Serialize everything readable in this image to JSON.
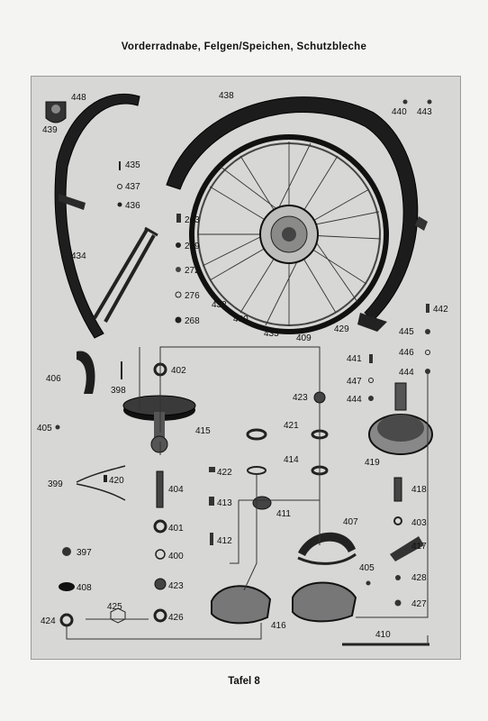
{
  "title": "Vorderradnabe, Felgen/Speichen, Schutzbleche",
  "footer": "Tafel 8",
  "part_labels": {
    "p448": "448",
    "p439": "439",
    "p438": "438",
    "p440": "440",
    "p443": "443",
    "p435": "435",
    "p437": "437",
    "p436": "436",
    "p434": "434",
    "p263": "263",
    "p269": "269",
    "p272": "272",
    "p276": "276",
    "p268": "268",
    "p432": "432",
    "p430": "430",
    "p433": "433",
    "p409": "409",
    "p429": "429",
    "p442": "442",
    "p445": "445",
    "p446": "446",
    "p444a": "444",
    "p441": "441",
    "p447": "447",
    "p444b": "444",
    "p406": "406",
    "p398": "398",
    "p402": "402",
    "p423a": "423",
    "p405a": "405",
    "p415": "415",
    "p421": "421",
    "p414": "414",
    "p419": "419",
    "p399": "399",
    "p420": "420",
    "p404": "404",
    "p422": "422",
    "p413": "413",
    "p411": "411",
    "p418": "418",
    "p401": "401",
    "p407": "407",
    "p403": "403",
    "p397": "397",
    "p400": "400",
    "p412": "412",
    "p417": "417",
    "p405b": "405",
    "p428": "428",
    "p408": "408",
    "p423b": "423",
    "p427": "427",
    "p425": "425",
    "p424": "424",
    "p426": "426",
    "p416": "416",
    "p410": "410"
  }
}
